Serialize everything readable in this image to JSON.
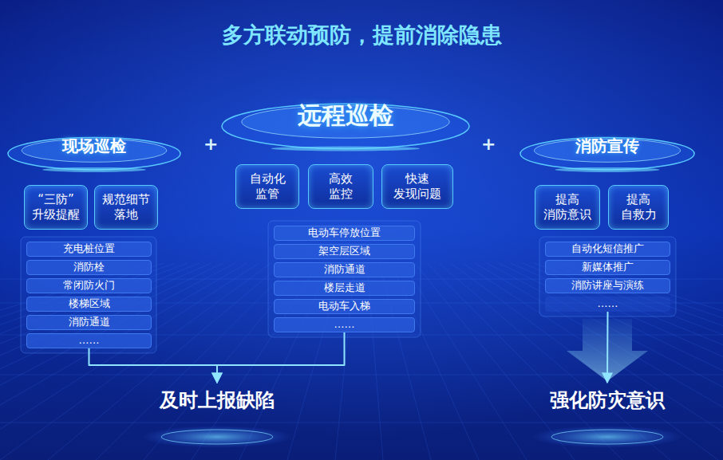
{
  "diagram": {
    "title": "多方联动预防，提前消除隐患",
    "nodes": [
      {
        "text": [
          "现场巡检"
        ]
      },
      {
        "text": [
          "“三防” 升级提醒"
        ]
      },
      {
        "text": [
          "规范细节 落地"
        ]
      },
      {
        "text": [
          "充电桩位置"
        ]
      },
      {
        "text": [
          "消防栓"
        ]
      },
      {
        "text": [
          "常闭防火门"
        ]
      },
      {
        "text": [
          "楼梯区域"
        ]
      },
      {
        "text": [
          "消防通道"
        ]
      },
      {
        "text": [
          "……"
        ]
      },
      {
        "text": [
          "远程巡检"
        ]
      },
      {
        "text": [
          "自动化 监管"
        ]
      },
      {
        "text": [
          "高效 监控"
        ]
      },
      {
        "text": [
          "快速 发现问题"
        ]
      },
      {
        "text": [
          "电动车停放位置"
        ]
      },
      {
        "text": [
          "架空层区域"
        ]
      },
      {
        "text": [
          "消防通道"
        ]
      },
      {
        "text": [
          "楼层走道"
        ]
      },
      {
        "text": [
          "电动车入梯"
        ]
      },
      {
        "text": [
          "……"
        ]
      },
      {
        "text": [
          "消防宣传"
        ]
      },
      {
        "text": [
          "提高 消防意识"
        ]
      },
      {
        "text": [
          "提高 自救力"
        ]
      },
      {
        "text": [
          "自动化短信推广"
        ]
      },
      {
        "text": [
          "新媒体推广"
        ]
      },
      {
        "text": [
          "消防讲座与演练"
        ]
      },
      {
        "text": [
          "……"
        ]
      },
      {
        "text": [
          "及时上报缺陷"
        ]
      },
      {
        "text": [
          "强化防灾意识"
        ]
      }
    ],
    "edges": [
      {
        "from": 8,
        "to": 26,
        "arrow": "to"
      },
      {
        "from": 18,
        "to": 26,
        "arrow": "to"
      },
      {
        "from": 25,
        "to": 27,
        "arrow": "to"
      }
    ],
    "labels": [
      "+",
      "+"
    ]
  }
}
